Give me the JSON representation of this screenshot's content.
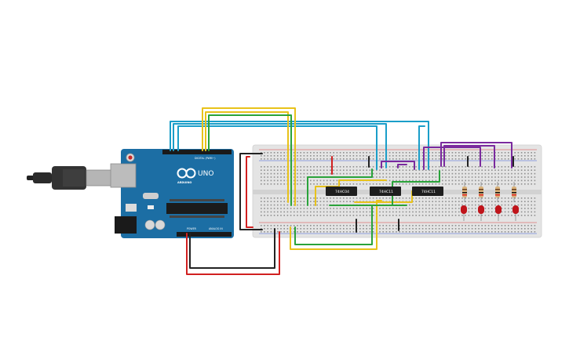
{
  "board": {
    "brand_label": "ARDUINO",
    "model_label": "UNO",
    "digital_header_label": "DIGITAL (PWM~)",
    "power_header_label": "POWER",
    "analog_header_label": "ANALOG IN"
  },
  "chips": [
    {
      "label": "74HC04"
    },
    {
      "label": "74HC11"
    },
    {
      "label": "74HC11"
    }
  ],
  "leds": [
    {
      "color": "#c0141a"
    },
    {
      "color": "#c0141a"
    },
    {
      "color": "#c0141a"
    },
    {
      "color": "#c0141a"
    }
  ],
  "colors": {
    "board_blue": "#1c6ea4",
    "breadboard": "#e4e4e4",
    "wire_blue": "#1a9ec9",
    "wire_yellow": "#e8c21a",
    "wire_green": "#2aa33a",
    "wire_red": "#d12020",
    "wire_black": "#222222",
    "wire_purple": "#7a2a9e"
  }
}
